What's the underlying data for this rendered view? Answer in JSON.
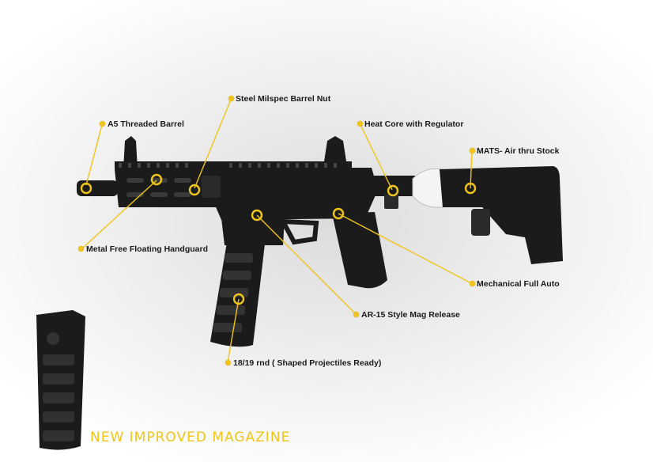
{
  "accent_color": "#f0c419",
  "body_color": "#1b1b1b",
  "callouts": [
    {
      "id": "a5-threaded-barrel",
      "label": "A5 Threaded Barrel"
    },
    {
      "id": "steel-milspec-barrel-nut",
      "label": "Steel Milspec Barrel Nut"
    },
    {
      "id": "heat-core-with-regulator",
      "label": "Heat Core with Regulator"
    },
    {
      "id": "mats-air-thru-stock",
      "label": "MATS- Air thru Stock"
    },
    {
      "id": "metal-free-floating-handguard",
      "label": "Metal Free Floating Handguard"
    },
    {
      "id": "mechanical-full-auto",
      "label": "Mechanical Full Auto"
    },
    {
      "id": "ar-15-style-mag-release",
      "label": "AR-15 Style Mag Release"
    },
    {
      "id": "magazine-capacity",
      "label": "18/19 rnd ( Shaped Projectiles Ready)"
    }
  ],
  "caption": "NEW IMPROVED MAGAZINE"
}
